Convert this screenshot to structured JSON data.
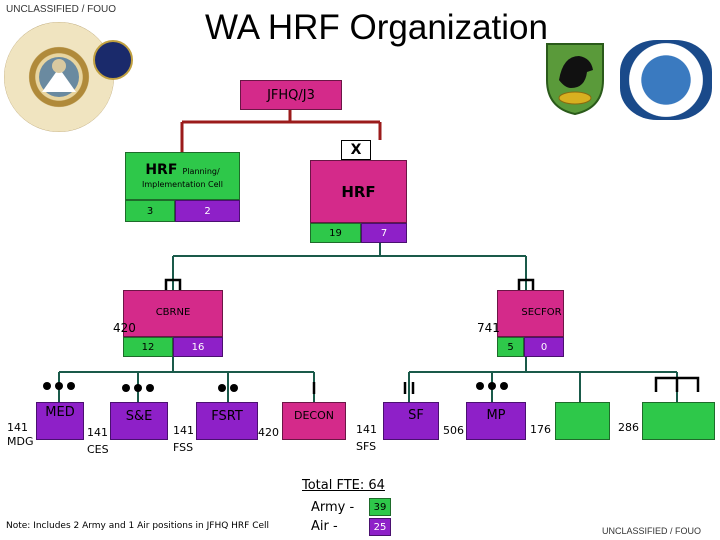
{
  "classification": {
    "top": "UNCLASSIFIED / FOUO",
    "bottom": "UNCLASSIFIED / FOUO"
  },
  "title": "WA HRF Organization",
  "colors": {
    "green": "#2ec84a",
    "magenta": "#d42a8a",
    "purple": "#8e20c8",
    "line_red": "#9b1b1b"
  },
  "hq": {
    "label": "JFHQ/J3"
  },
  "x_box": {
    "label": "X"
  },
  "planning": {
    "title": "HRF",
    "title_small": "Planning/",
    "subtitle": "Implementation Cell",
    "num_a": "3",
    "num_b": "2"
  },
  "hrf": {
    "label": "HRF",
    "num_a": "19",
    "num_b": "7"
  },
  "cbrne": {
    "label": "CBRNE",
    "unit": "420",
    "num_a": "12",
    "num_b": "16"
  },
  "secfor": {
    "label": "SECFOR",
    "unit": "741",
    "num_a": "5",
    "num_b": "0"
  },
  "units": {
    "med": {
      "label": "MED",
      "unit_line1": "141",
      "unit_line2": "MDG"
    },
    "ses": {
      "label": "S&E",
      "unit_line1": "141",
      "unit_line2": "CES"
    },
    "fsrt": {
      "label": "FSRT",
      "unit_line1": "141",
      "unit_line2": "FSS"
    },
    "decon": {
      "label": "DECON",
      "unit_line1": "420"
    },
    "sf": {
      "label": "SF",
      "unit_line1": "141",
      "unit_line2": "SFS"
    },
    "mp": {
      "label": "MP",
      "unit_line1": "506"
    },
    "eng": {
      "unit_line1": "176"
    },
    "last": {
      "unit_line1": "286"
    }
  },
  "totals": {
    "title": "Total FTE: 64",
    "army_label": "Army -",
    "army_value": "39",
    "air_label": "Air -",
    "air_value": "25"
  },
  "note": "Note: Includes 2 Army and 1 Air positions in JFHQ HRF Cell",
  "icons": [
    "jfhq-seal-icon",
    "washington-guard-seal-icon",
    "raven-crest-icon",
    "air-wing-shield-icon"
  ]
}
